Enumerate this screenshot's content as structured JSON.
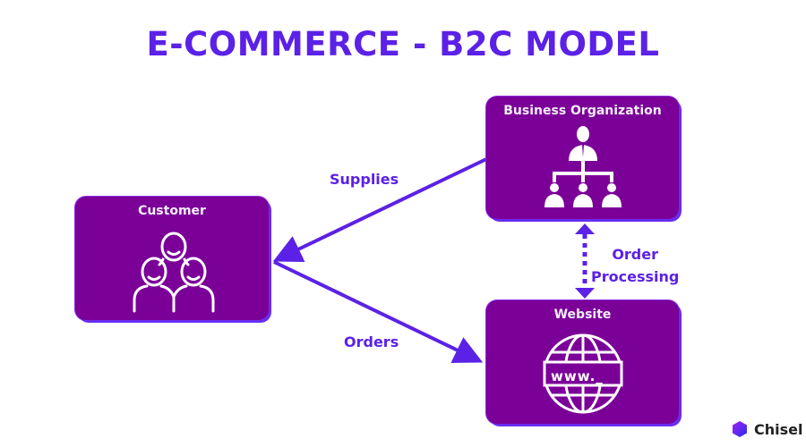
{
  "title": "E-COMMERCE - B2C MODEL",
  "colors": {
    "accent": "#5b21e6",
    "node_fill": "#7b0098",
    "node_shadow": "#6a2cf0",
    "icon": "#ffffff"
  },
  "nodes": {
    "customer": {
      "label": "Customer",
      "icon": "people-group-icon"
    },
    "business": {
      "label": "Business Organization",
      "icon": "org-chart-icon"
    },
    "website": {
      "label": "Website",
      "icon": "globe-www-icon",
      "icon_text": "www._"
    }
  },
  "edges": {
    "supplies": {
      "label": "Supplies",
      "from": "Business Organization",
      "to": "Customer"
    },
    "orders": {
      "label": "Orders",
      "from": "Customer",
      "to": "Website"
    },
    "order_processing": {
      "label_line1": "Order",
      "label_line2": "Processing",
      "from": "Business Organization",
      "to": "Website",
      "style": "dotted-bidirectional"
    }
  },
  "brand": {
    "name": "Chisel",
    "icon": "hexagon-logo-icon"
  }
}
